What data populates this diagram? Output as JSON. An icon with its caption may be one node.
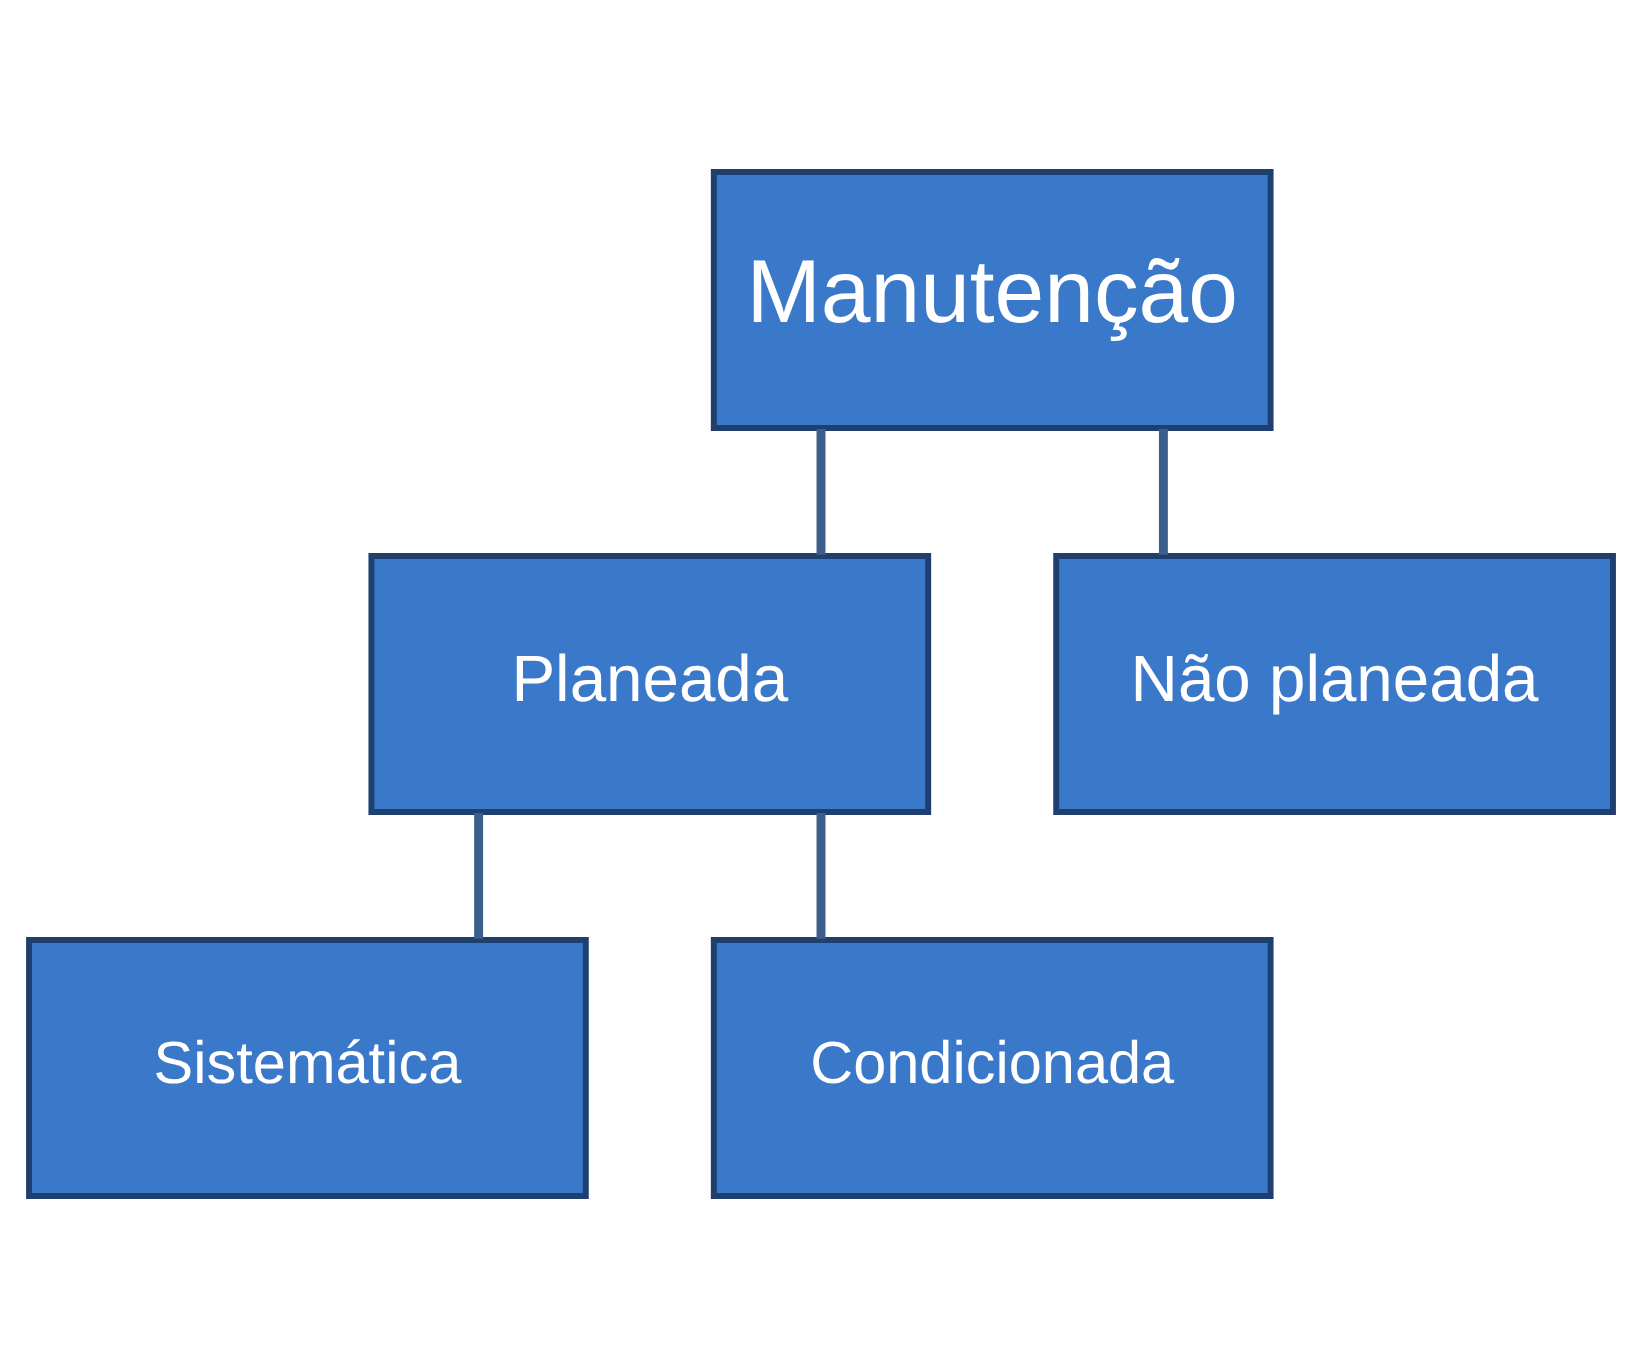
{
  "diagram": {
    "nodes": [
      {
        "text": [
          "Manutenção"
        ]
      },
      {
        "text": [
          "Planeada"
        ]
      },
      {
        "text": [
          "Não planeada"
        ]
      },
      {
        "text": [
          "Sistemática"
        ]
      },
      {
        "text": [
          "Condicionada"
        ]
      }
    ],
    "edges": [
      {
        "from": 0,
        "to": 1,
        "arrow": "none"
      },
      {
        "from": 0,
        "to": 2,
        "arrow": "none"
      },
      {
        "from": 1,
        "to": 3,
        "arrow": "none"
      },
      {
        "from": 1,
        "to": 4,
        "arrow": "none"
      }
    ]
  }
}
